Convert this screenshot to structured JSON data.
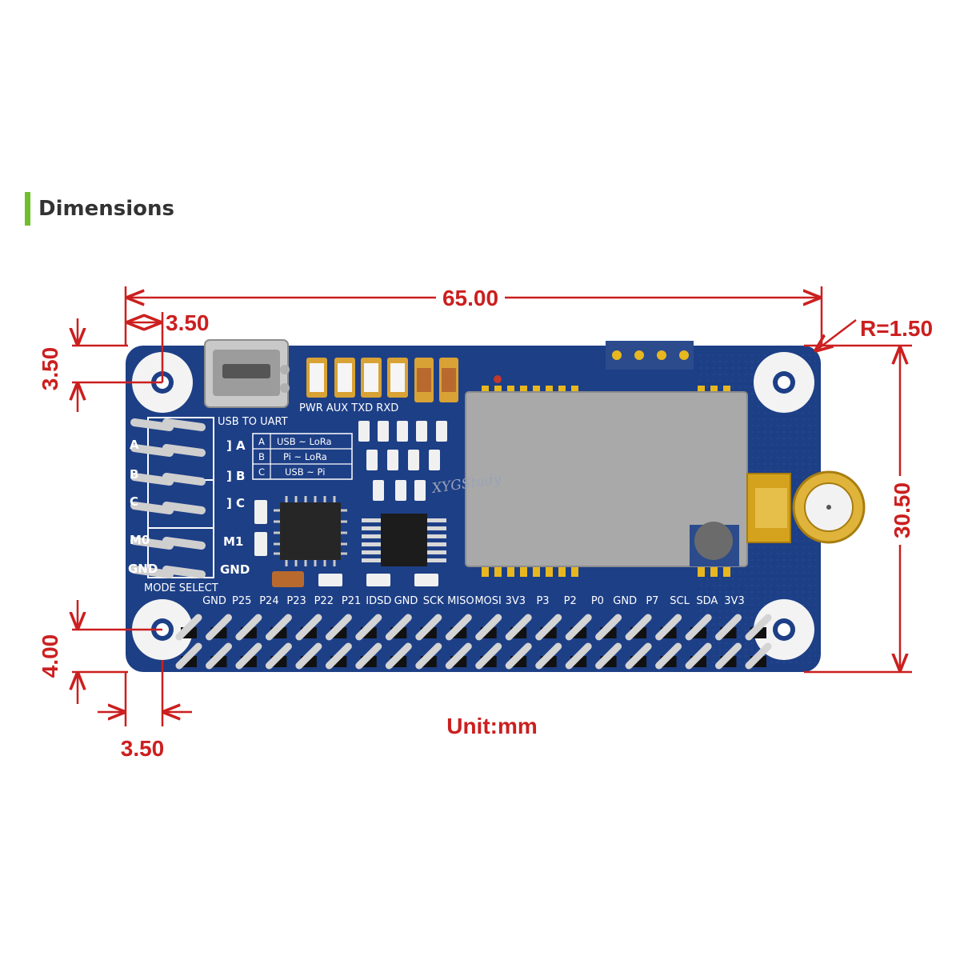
{
  "section": {
    "title": "Dimensions"
  },
  "dimensions": {
    "width": "65.00",
    "height": "30.50",
    "corner_radius": "R=1.50",
    "hole_offset_top_x": "3.50",
    "hole_offset_top_y": "3.50",
    "hole_offset_bottom_y": "4.00",
    "hole_offset_bottom_x": "3.50",
    "unit": "Unit:mm"
  },
  "board": {
    "usb_label": "USB TO UART",
    "led_labels": "PWR AUX TXD RXD",
    "mode_rows": [
      "A",
      "B",
      "C"
    ],
    "mode_table": [
      {
        "key": "A",
        "value": "USB ~ LoRa"
      },
      {
        "key": "B",
        "value": "Pi ~ LoRa"
      },
      {
        "key": "C",
        "value": "USB ~ Pi"
      }
    ],
    "pin_labels": {
      "a": "A",
      "b": "B",
      "c": "C",
      "m1": "M1",
      "gnd": "GND"
    },
    "left_header_labels": [
      "A",
      "B",
      "C",
      "M0",
      "GND"
    ],
    "mode_select": "MODE SELECT",
    "gpio_labels": [
      "GND",
      "P25",
      "P24",
      "P23",
      "P22",
      "P21",
      "IDSD",
      "GND",
      "SCK",
      "MISO",
      "MOSI",
      "3V3",
      "P3",
      "P2",
      "P0",
      "GND",
      "P7",
      "SCL",
      "SDA",
      "3V3"
    ],
    "watermark": "XYGStudy"
  },
  "colors": {
    "dimension": "#cc1f1f",
    "pcb": "#1d3f86",
    "accent_bar": "#6fbf2a",
    "module_shield": "#a9a9a9",
    "connector_gold": "#d4a21c"
  }
}
